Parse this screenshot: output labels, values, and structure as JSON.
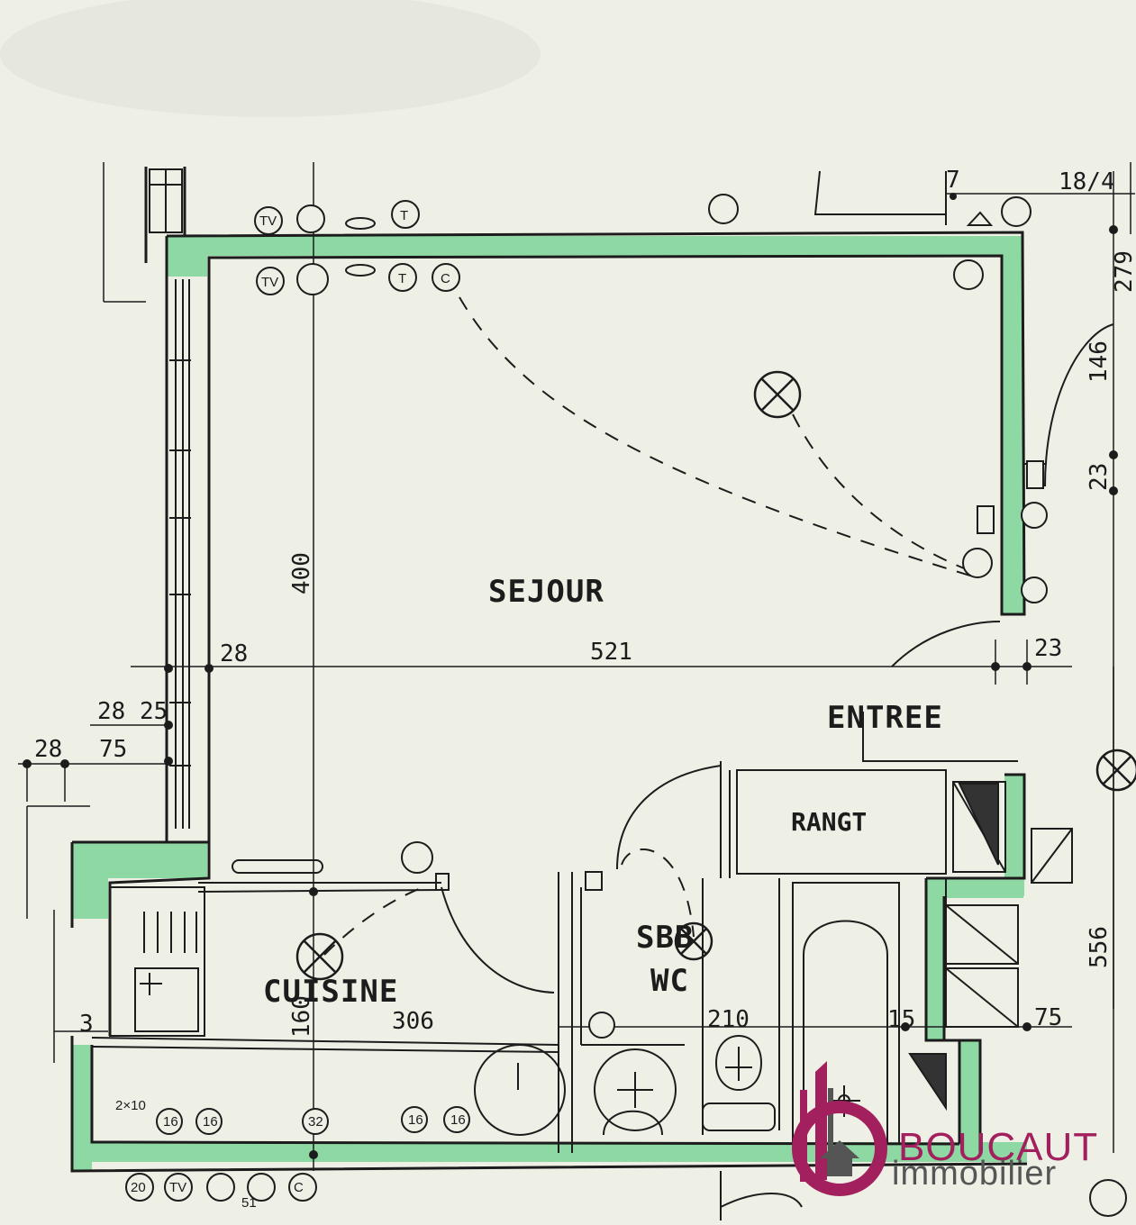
{
  "rooms": {
    "sejour": "SEJOUR",
    "entree": "ENTREE",
    "rangt": "RANGT",
    "cuisine": "CUISINE",
    "sdb": "SBB",
    "wc": "WC"
  },
  "dimensions": {
    "sejour_width": "521",
    "sejour_depth": "400",
    "cuisine_width": "306",
    "cuisine_depth": "160",
    "sdb_width": "210",
    "total_depth": "556",
    "right_top": "279",
    "right_door": "146",
    "right_small": "23",
    "top_right": "18/4",
    "top_right_small": "7",
    "d23": "23",
    "d28a": "28",
    "d28b": "28",
    "d25": "25",
    "d28c": "28",
    "d75a": "75",
    "d15": "15",
    "d75b": "75",
    "d3": "3"
  },
  "symbols": {
    "tv": "TV",
    "t": "T",
    "c": "C",
    "sixteen": "16",
    "thirtytwo": "32",
    "twenty": "20",
    "two_ten": "2×10",
    "fiftyone": "51"
  },
  "branding": {
    "name": "BOUCAUT",
    "sub": "immobilier"
  },
  "colors": {
    "wall_fill": "#8ed8a4",
    "line": "#1c1c1c",
    "paper": "#eef0e6",
    "brand": "#a3205e"
  }
}
